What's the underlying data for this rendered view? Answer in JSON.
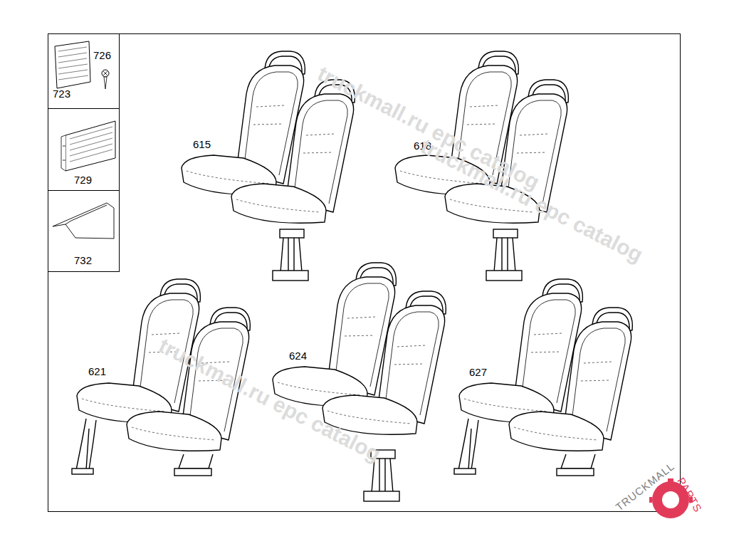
{
  "diagram": {
    "nodes": [
      {
        "text": [
          "726",
          "723"
        ]
      },
      {
        "text": [
          "729"
        ]
      },
      {
        "text": [
          "732"
        ]
      }
    ],
    "labels": [
      "615",
      "618",
      "621",
      "624",
      "627",
      "truckmall.ru epc catalog",
      "truckmall.ru epc catalog",
      "truckmall.ru epc catalog",
      "TRUCKMALL",
      "PARTS"
    ]
  }
}
